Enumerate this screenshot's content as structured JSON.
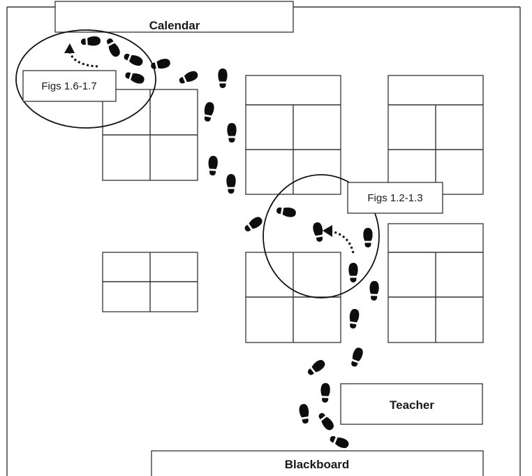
{
  "labels": {
    "calendar": "Calendar",
    "teacher": "Teacher",
    "blackboard": "Blackboard"
  },
  "callouts": {
    "figs_1_6_1_7": "Figs 1.6-1.7",
    "figs_1_2_1_3": "Figs 1.2-1.3"
  },
  "icons": {
    "footprint": "footprint-icon"
  },
  "colors": {
    "ink": "#0d0d0d",
    "line": "#333333",
    "background": "#ffffff"
  }
}
